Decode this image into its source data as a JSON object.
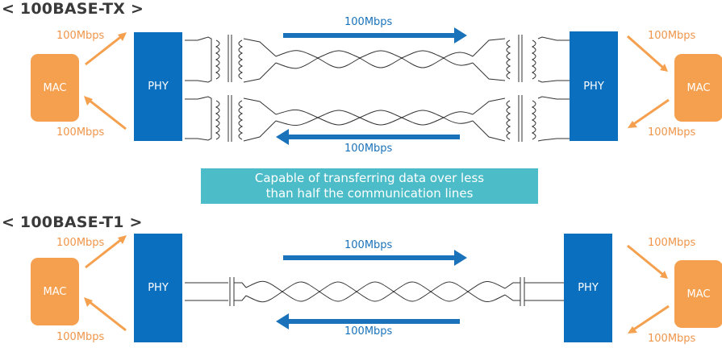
{
  "tx": {
    "title": "< 100BASE-TX >",
    "mac_left": "MAC",
    "mac_right": "MAC",
    "phy_left": "PHY",
    "phy_right": "PHY",
    "speed_top_left": "100Mbps",
    "speed_bottom_left": "100Mbps",
    "speed_top_right": "100Mbps",
    "speed_bottom_right": "100Mbps",
    "speed_forward": "100Mbps",
    "speed_backward": "100Mbps"
  },
  "banner": {
    "line1": "Capable of transferring data over less",
    "line2": "than half the communication lines"
  },
  "t1": {
    "title": "< 100BASE-T1 >",
    "mac_left": "MAC",
    "mac_right": "MAC",
    "phy_left": "PHY",
    "phy_right": "PHY",
    "speed_top_left": "100Mbps",
    "speed_bottom_left": "100Mbps",
    "speed_top_right": "100Mbps",
    "speed_bottom_right": "100Mbps",
    "speed_forward": "100Mbps",
    "speed_backward": "100Mbps"
  },
  "colors": {
    "mac": "#f5a04e",
    "phy": "#0b6fbf",
    "arrow_orange": "#f5a04e",
    "arrow_blue": "#1a72ba",
    "banner": "#4cbcc8"
  }
}
